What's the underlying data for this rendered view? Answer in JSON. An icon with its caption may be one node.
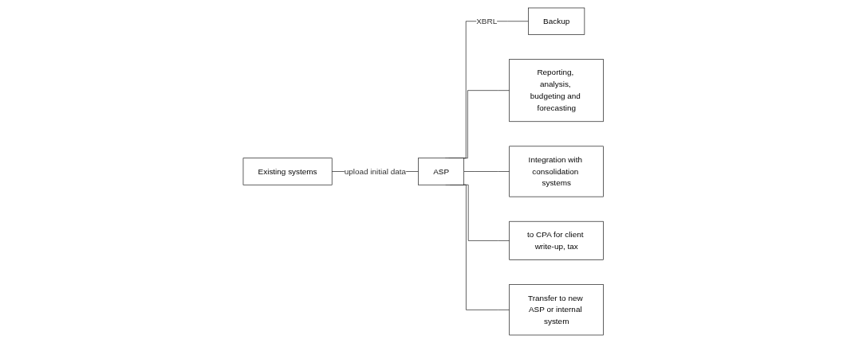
{
  "diagram": {
    "nodes": [
      {
        "text": [
          "Existing systems"
        ]
      },
      {
        "text": [
          "ASP"
        ]
      },
      {
        "text": [
          "Backup"
        ]
      },
      {
        "text": [
          "Reporting, analysis, budgeting and forecasting"
        ]
      },
      {
        "text": [
          "Integration with consolidation systems"
        ]
      },
      {
        "text": [
          "to CPA for client write-up, tax"
        ]
      },
      {
        "text": [
          "Transfer to new ASP or internal system"
        ]
      }
    ],
    "edges": [
      {
        "from": 0,
        "to": 1,
        "arrow": "none",
        "label": "upload initial data"
      },
      {
        "from": 1,
        "to": 2,
        "arrow": "none",
        "label": "XBRL"
      },
      {
        "from": 1,
        "to": 3,
        "arrow": "none"
      },
      {
        "from": 1,
        "to": 4,
        "arrow": "none"
      },
      {
        "from": 1,
        "to": 5,
        "arrow": "none"
      },
      {
        "from": 1,
        "to": 6,
        "arrow": "none"
      }
    ]
  }
}
